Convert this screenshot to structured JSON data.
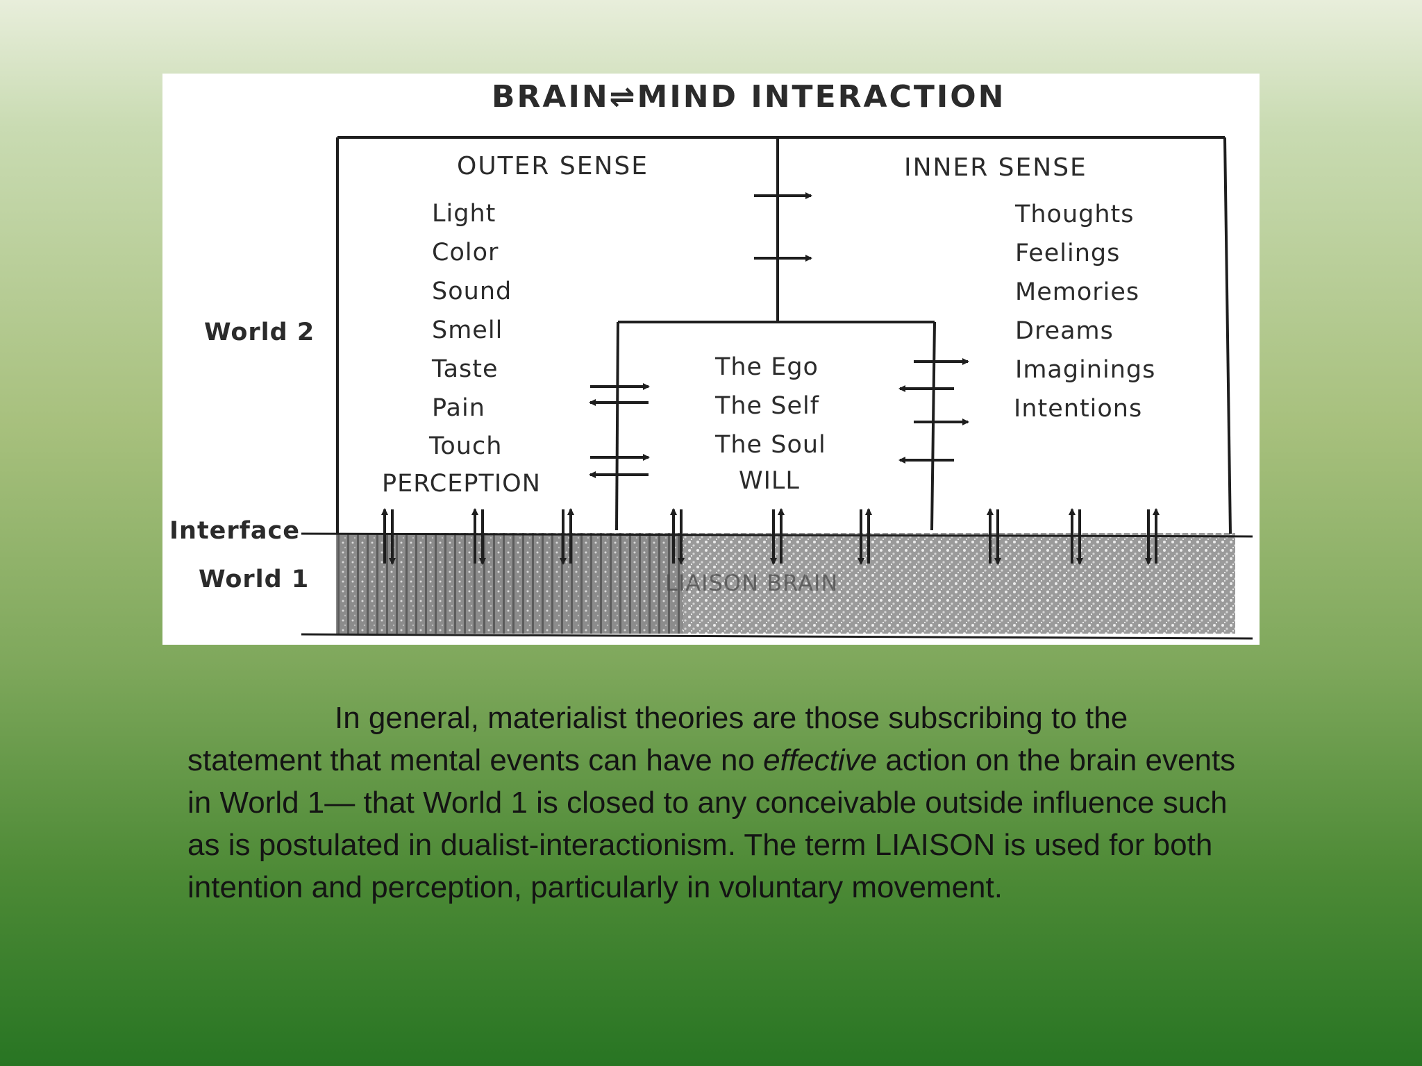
{
  "diagram": {
    "title": "BRAIN⇌MIND INTERACTION",
    "outer_sense": {
      "heading": "OUTER SENSE",
      "items": [
        "Light",
        "Color",
        "Sound",
        "Smell",
        "Taste",
        "Pain",
        "Touch"
      ],
      "footer": "PERCEPTION"
    },
    "inner_sense": {
      "heading": "INNER SENSE",
      "items": [
        "Thoughts",
        "Feelings",
        "Memories",
        "Dreams",
        "Imaginings",
        "Intentions"
      ]
    },
    "center": {
      "items": [
        "The Ego",
        "The Self",
        "The Soul"
      ],
      "footer": "WILL"
    },
    "labels": {
      "world2": "World 2",
      "interface": "Interface",
      "world1": "World 1",
      "liaison_brain": "LIAISON BRAIN"
    }
  },
  "caption": {
    "part1": "In general, materialist theories are those subscribing to the statement that mental events can have no ",
    "emphasis": "effective",
    "part2": " action on the brain events in World 1— that World 1 is closed to any conceivable outside influence such as is postulated in dualist-interactionism. The term LIAISON is used for both intention and perception, particularly in voluntary movement."
  }
}
